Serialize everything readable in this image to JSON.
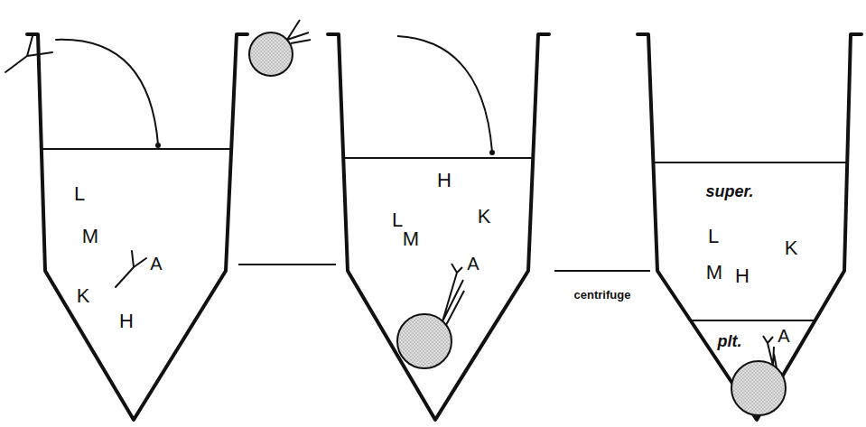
{
  "diagram": {
    "labels": [
      "L",
      "M",
      "K",
      "H",
      "A",
      "L",
      "H",
      "K",
      "M",
      "A",
      "centrifuge",
      "super.",
      "L",
      "K",
      "M",
      "H",
      "plt.",
      "A"
    ]
  }
}
